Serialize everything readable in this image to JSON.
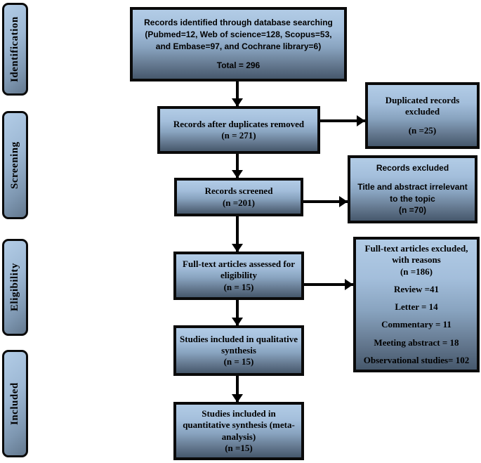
{
  "colors": {
    "box_gradient_top": "#b2cce6",
    "box_gradient_bottom": "#46586c",
    "border": "#0a0a0a",
    "arrow": "#000000",
    "background": "#ffffff"
  },
  "stages": {
    "identification": "Identification",
    "screening": "Screening",
    "eligibility": "Eligibility",
    "included": "Included"
  },
  "flow": {
    "identified": {
      "text": "Records identified through database searching (Pubmed=12, Web of science=128, Scopus=53, and Embase=97, and Cochrane library=6)",
      "total": "Total = 296"
    },
    "after_duplicates": {
      "text": "Records after duplicates removed",
      "count": "(n = 271)"
    },
    "screened": {
      "text": "Records screened",
      "count": "(n =201)"
    },
    "fulltext_assessed": {
      "text": "Full-text articles assessed for eligibility",
      "count": "(n = 15)"
    },
    "qualitative": {
      "text": "Studies included in qualitative synthesis",
      "count": "(n = 15)"
    },
    "quantitative": {
      "text": "Studies included in quantitative synthesis (meta-analysis)",
      "count": "(n =15)"
    }
  },
  "exclusions": {
    "duplicated": {
      "text": "Duplicated records excluded",
      "count": "(n =25)"
    },
    "screened_excluded": {
      "title": "Records excluded",
      "reason": "Title and abstract irrelevant to the topic",
      "count": "(n =70)"
    },
    "fulltext_excluded": {
      "title": "Full-text articles excluded, with reasons",
      "count": "(n =186)",
      "reasons": [
        "Review =41",
        "Letter = 14",
        "Commentary = 11",
        "Meeting abstract = 18",
        "Observational studies= 102"
      ]
    }
  }
}
